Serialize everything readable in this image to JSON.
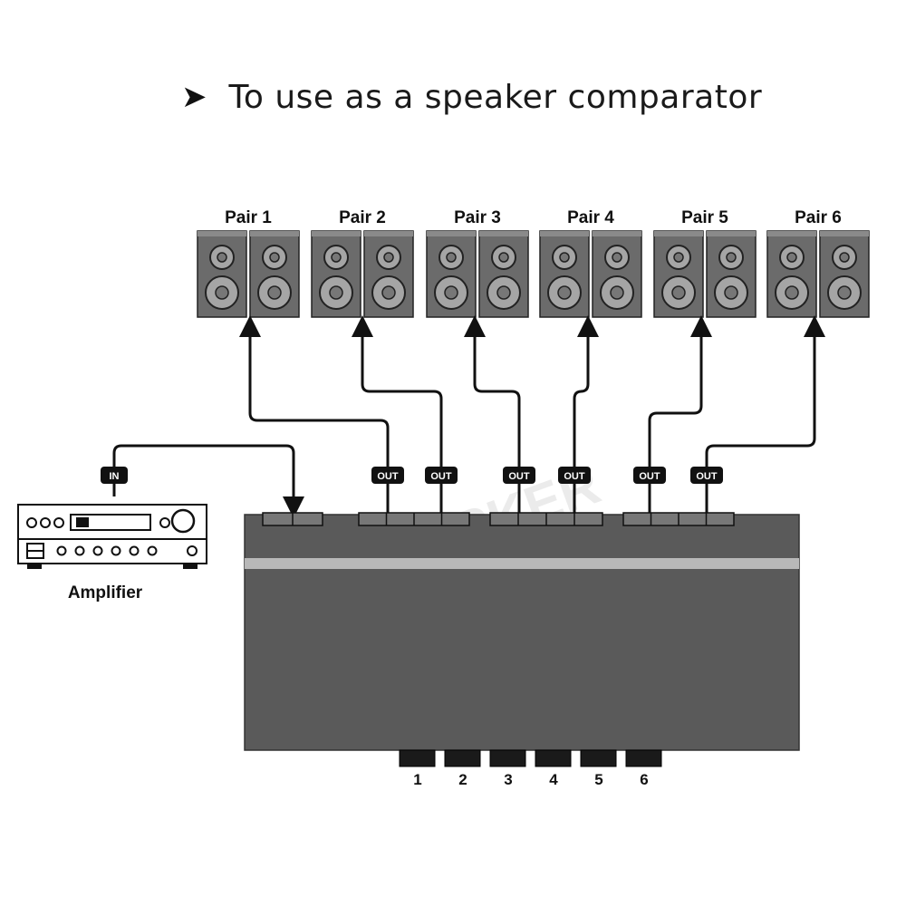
{
  "heading": {
    "arrow_glyph": "➤",
    "text": "To use as a speaker comparator"
  },
  "pairs": [
    {
      "label": "Pair 1"
    },
    {
      "label": "Pair 2"
    },
    {
      "label": "Pair 3"
    },
    {
      "label": "Pair 4"
    },
    {
      "label": "Pair 5"
    },
    {
      "label": "Pair 6"
    }
  ],
  "tags": {
    "in": "IN",
    "out": "OUT"
  },
  "amplifier": {
    "label": "Amplifier"
  },
  "buttons": [
    "1",
    "2",
    "3",
    "4",
    "5",
    "6"
  ],
  "watermark": "WOOPKER",
  "colors": {
    "switch_body": "#5a5a5a",
    "speaker_body": "#6b6b6b",
    "line": "#111111",
    "tag_bg": "#111111"
  }
}
